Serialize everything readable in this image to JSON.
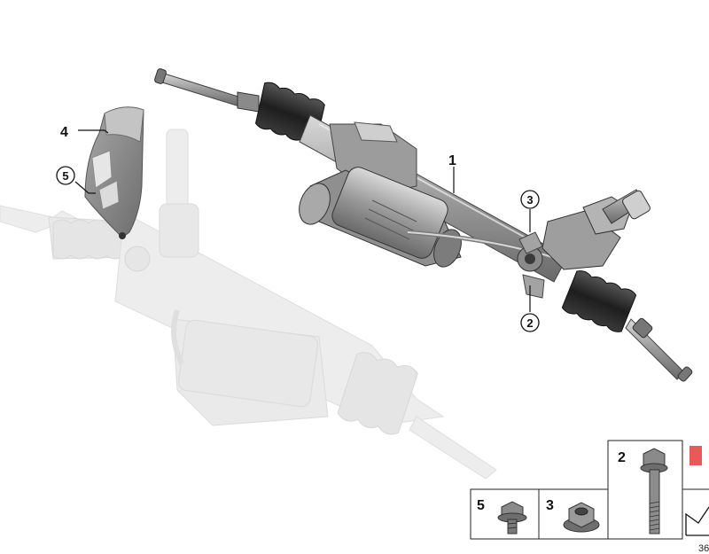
{
  "callouts": {
    "rack": "1",
    "bolt_lower": "2",
    "nut_right": "3",
    "heat_shield": "4",
    "shield_bolt": "5"
  },
  "parts_table": {
    "bolt_hex_label": "5",
    "nut_label": "3",
    "long_bolt_label": "2"
  },
  "diagram_number": "36",
  "colors": {
    "accent_red": "#e85a5a",
    "ghost_gray": "#e2e2e2",
    "part_dark": "#5a5a5a"
  }
}
